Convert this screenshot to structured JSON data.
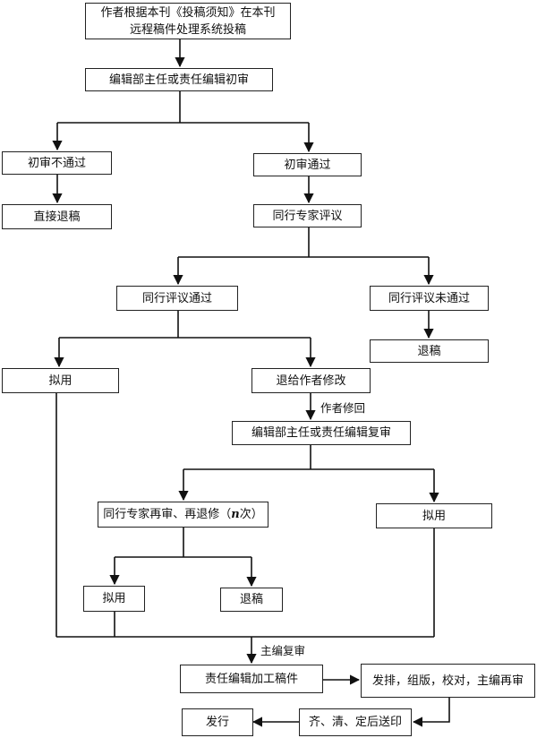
{
  "nodes": {
    "submit": "作者根据本刊《投稿须知》在本刊\n远程稿件处理系统投稿",
    "initial_review": "编辑部主任或责任编辑初审",
    "initial_fail": "初审不通过",
    "initial_pass": "初审通过",
    "direct_reject": "直接退稿",
    "peer_review": "同行专家评议",
    "peer_pass": "同行评议通过",
    "peer_fail": "同行评议未通过",
    "reject_1": "退稿",
    "accept_1": "拟用",
    "return_author": "退给作者修改",
    "re_review": "编辑部主任或责任编辑复审",
    "repeat_review_prefix": "同行专家再审、再退修（",
    "repeat_review_var": "n",
    "repeat_review_suffix": "次）",
    "accept_2": "拟用",
    "accept_3": "拟用",
    "reject_2": "退稿",
    "editor_process": "责任编辑加工稿件",
    "typeset": "发排，组版，校对，主编再审",
    "final_check": "齐、清、定后送印",
    "publish": "发行"
  },
  "edge_labels": {
    "author_revise": "作者修回",
    "chief_review": "主编复审"
  }
}
